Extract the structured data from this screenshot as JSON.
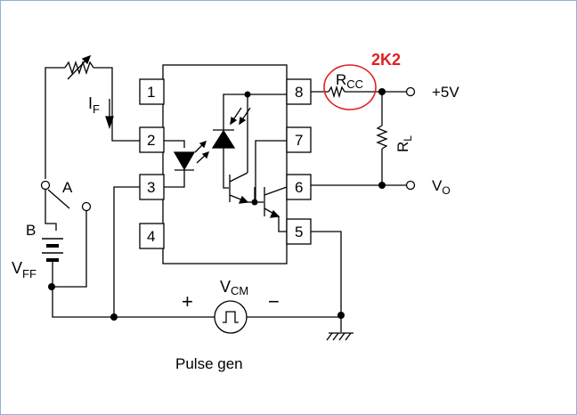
{
  "pins": [
    "1",
    "2",
    "3",
    "4",
    "5",
    "6",
    "7",
    "8"
  ],
  "labels": {
    "if_main": "I",
    "if_sub": "F",
    "switch_a": "A",
    "switch_b": "B",
    "vff_main": "V",
    "vff_sub": "FF",
    "rcc_main": "R",
    "rcc_sub": "CC",
    "rcc_value": "2K2",
    "supply": "+5V",
    "rl_main": "R",
    "rl_sub": "L",
    "vo_main": "V",
    "vo_sub": "O",
    "vcm_main": "V",
    "vcm_sub": "CM",
    "plus": "+",
    "minus": "−",
    "pulse_gen": "Pulse gen"
  },
  "colors": {
    "wire": "#000000",
    "highlight": "#e02020",
    "frame": "#8fb3d9"
  }
}
